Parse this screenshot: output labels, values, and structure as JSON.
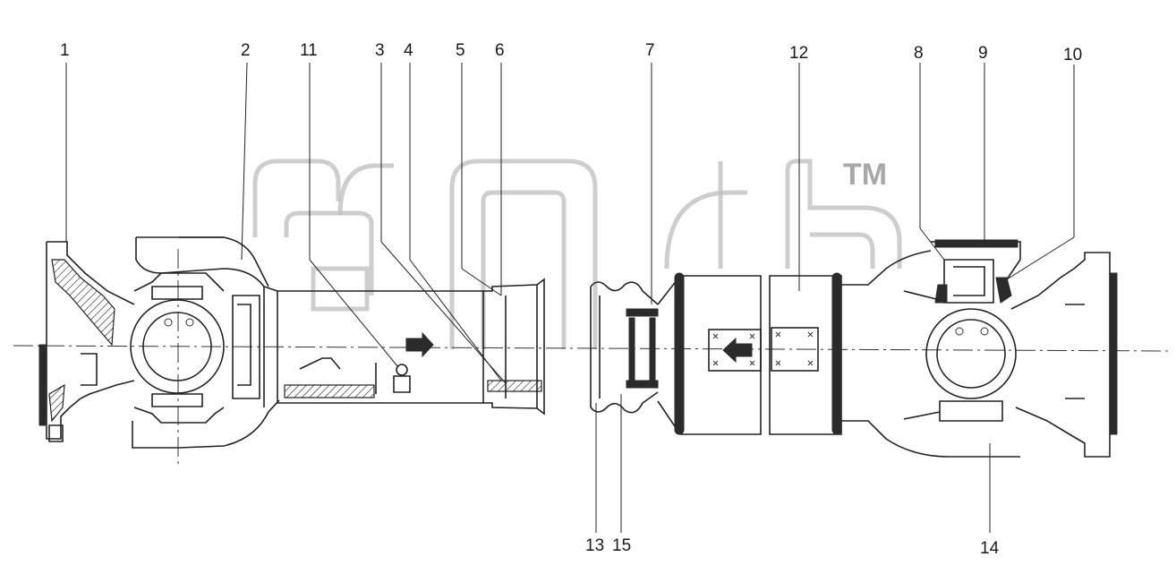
{
  "watermark": {
    "mark": "TM"
  },
  "callouts": [
    "1",
    "2",
    "11",
    "3",
    "4",
    "5",
    "6",
    "7",
    "12",
    "8",
    "9",
    "10",
    "13",
    "15",
    "14"
  ],
  "colors": {
    "line": "#222222",
    "watermark": "#bdbdbd",
    "background": "#ffffff"
  }
}
